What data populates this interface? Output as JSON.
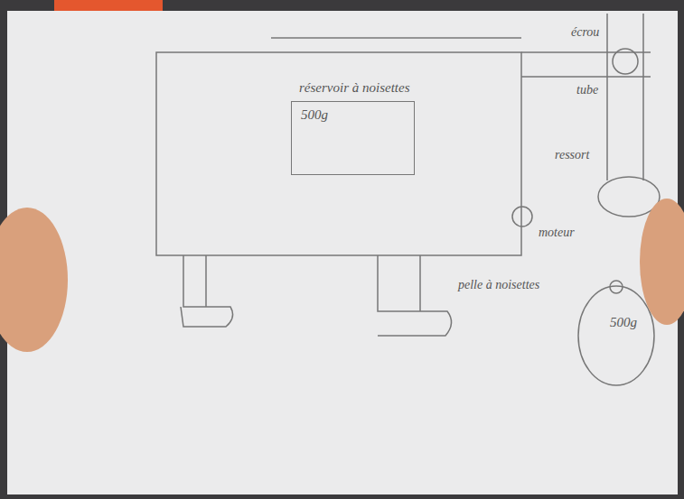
{
  "diagram": {
    "nodes": [
      {
        "text": [
          "réservoir à noisettes",
          "500g"
        ]
      },
      {
        "text": [
          "500g"
        ]
      }
    ],
    "labels": [
      "écrou",
      "tube",
      "ressort",
      "moteur",
      "pelle à noisettes"
    ]
  }
}
